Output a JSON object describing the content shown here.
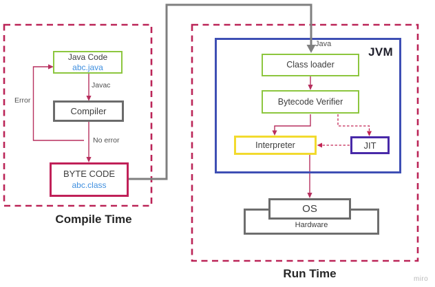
{
  "compile_time": {
    "title": "Compile Time",
    "java_code": {
      "title": "Java Code",
      "subtitle": "abc.java"
    },
    "compiler": {
      "title": "Compiler"
    },
    "byte_code": {
      "title": "BYTE CODE",
      "subtitle": "abc.class"
    },
    "javac_label": "Javac",
    "error_label": "Error",
    "no_error_label": "No error"
  },
  "run_time": {
    "title": "Run Time",
    "jvm_label": "JVM",
    "java_label": "Java",
    "class_loader": {
      "title": "Class loader"
    },
    "bytecode_verifier": {
      "title": "Bytecode Verifier"
    },
    "interpreter": {
      "title": "Interpreter"
    },
    "jit": {
      "title": "JIT"
    },
    "os": {
      "title": "OS"
    },
    "hardware": {
      "title": "Hardware"
    }
  },
  "watermark": "miro",
  "colors": {
    "dashed_frame": "#bb2457",
    "green_border": "#8cc63e",
    "gray_border": "#6b6b6b",
    "byte_code_border": "#c02058",
    "yellow_border": "#f2da2e",
    "purple_border": "#4829a8",
    "jvm_blue_border": "#3e4fb4",
    "connector_gray": "#7f7f7f",
    "arrow_crimson": "#b72f5e",
    "file_name_blue": "#3f8fdf"
  }
}
